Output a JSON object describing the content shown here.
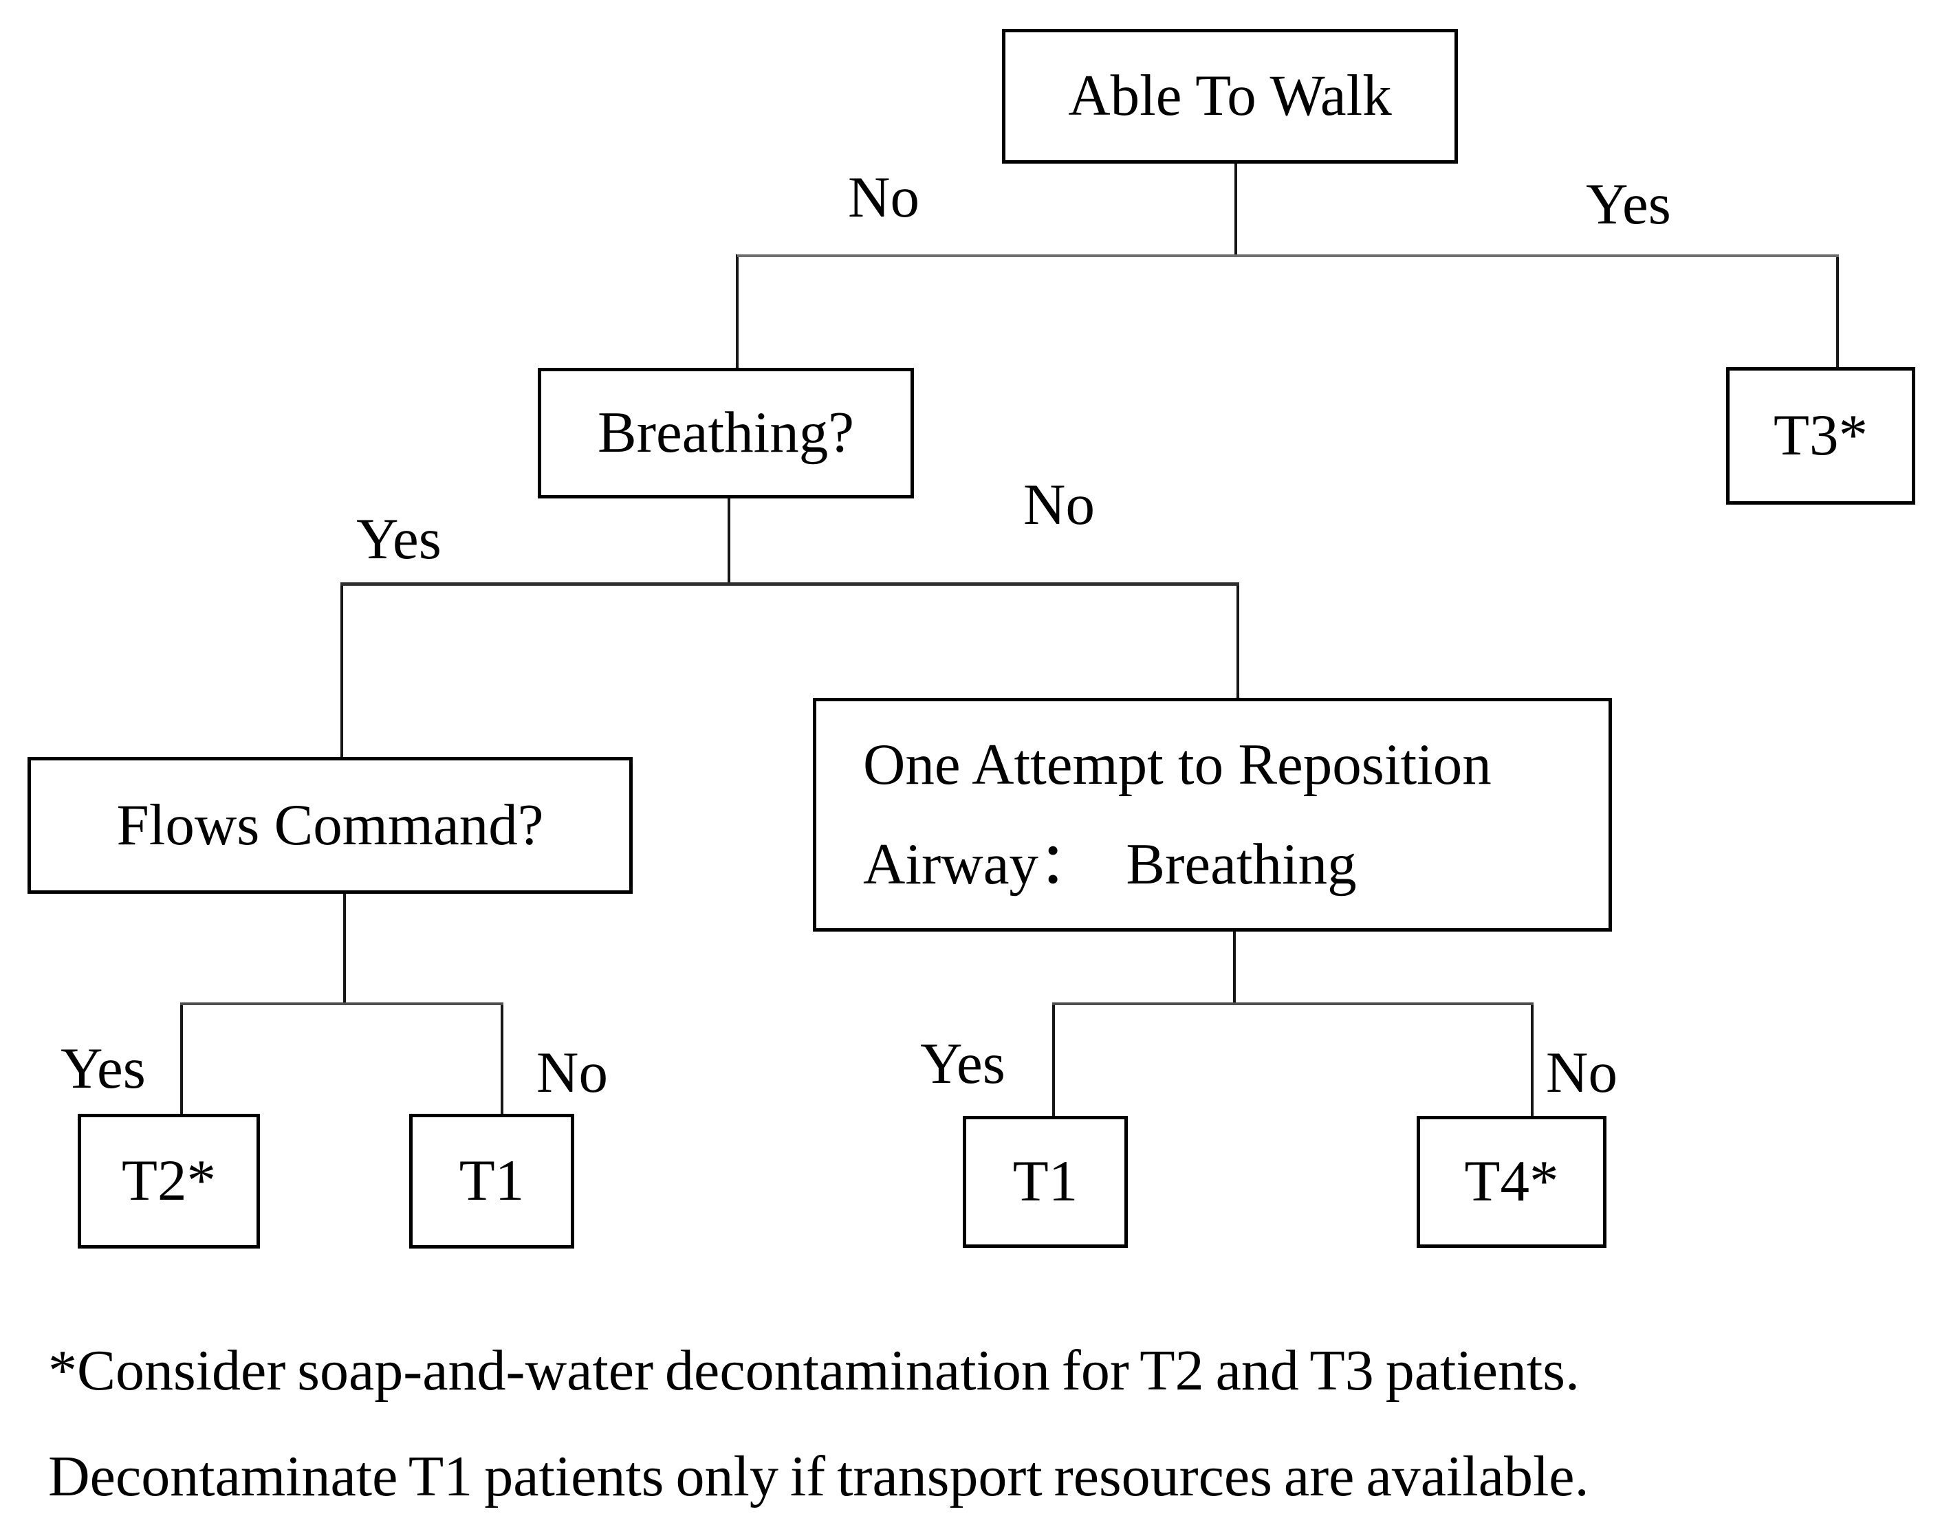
{
  "diagram": {
    "title_hint": "Mass-casualty triage decision flowchart",
    "nodes": {
      "able_to_walk": {
        "label": "Able To Walk"
      },
      "breathing": {
        "label": "Breathing?"
      },
      "t3": {
        "label": "T3*"
      },
      "flows_command": {
        "label": "Flows Command?"
      },
      "one_attempt": {
        "line1": "One Attempt to Reposition",
        "line2": "Airway：  Breathing"
      },
      "t2": {
        "label": "T2*"
      },
      "t1_left": {
        "label": "T1"
      },
      "t1_right": {
        "label": "T1"
      },
      "t4": {
        "label": "T4*"
      }
    },
    "edge_labels": {
      "walk_no": "No",
      "walk_yes": "Yes",
      "breathing_yes": "Yes",
      "breathing_no": "No",
      "flows_yes": "Yes",
      "flows_no": "No",
      "airway_yes": "Yes",
      "airway_no": "No"
    },
    "footnotes": [
      "*Consider soap-and-water decontamination for T2 and T3 patients.",
      "Decontaminate T1 patients only if transport resources are available."
    ],
    "colors": {
      "background": "#ffffff",
      "box_border": "#000000",
      "text": "#000000",
      "vertical_line": "#161616",
      "horizontal_line": "#6e6e6e"
    }
  }
}
